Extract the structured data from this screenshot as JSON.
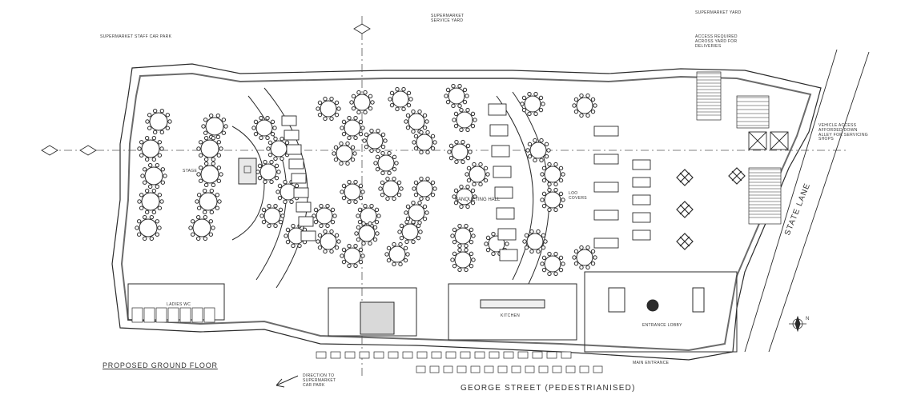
{
  "drawing": {
    "title": "PROPOSED GROUND FLOOR",
    "street": "GEORGE STREET (PEDESTRIANISED)",
    "lane": "STATE LANE",
    "north": "N"
  },
  "labels": {
    "supermarket_service_yard": "SUPERMARKET\nSERVICE YARD",
    "supermarket_yard": "SUPERMARKET YARD",
    "supermarket_staff_car_park": "SUPERMARKET STAFF CAR PARK",
    "access_required": "ACCESS REQUIRED\nACROSS YARD FOR\nDELIVERIES",
    "vehicle_access": "VEHICLE ACCESS\nAFFORDED DOWN\nALLEY FOR SERVICING\nSHOPS",
    "direction_car_park": "DIRECTION TO\nSUPERMARKET\nCAR PARK",
    "banqueting_hall": "BANQUETING HALL",
    "entrance_lobby": "ENTRANCE LOBBY",
    "main_entrance": "MAIN ENTRANCE",
    "kitchen": "KITCHEN",
    "ladies_wc": "LADIES WC",
    "stage": "STAGE",
    "loo_covers": "LOO\nCOVERS"
  },
  "colors": {
    "line": "#2b2b2b",
    "wall": "#6b6b6b",
    "fill": "#d9d9d9",
    "paper": "#ffffff"
  }
}
